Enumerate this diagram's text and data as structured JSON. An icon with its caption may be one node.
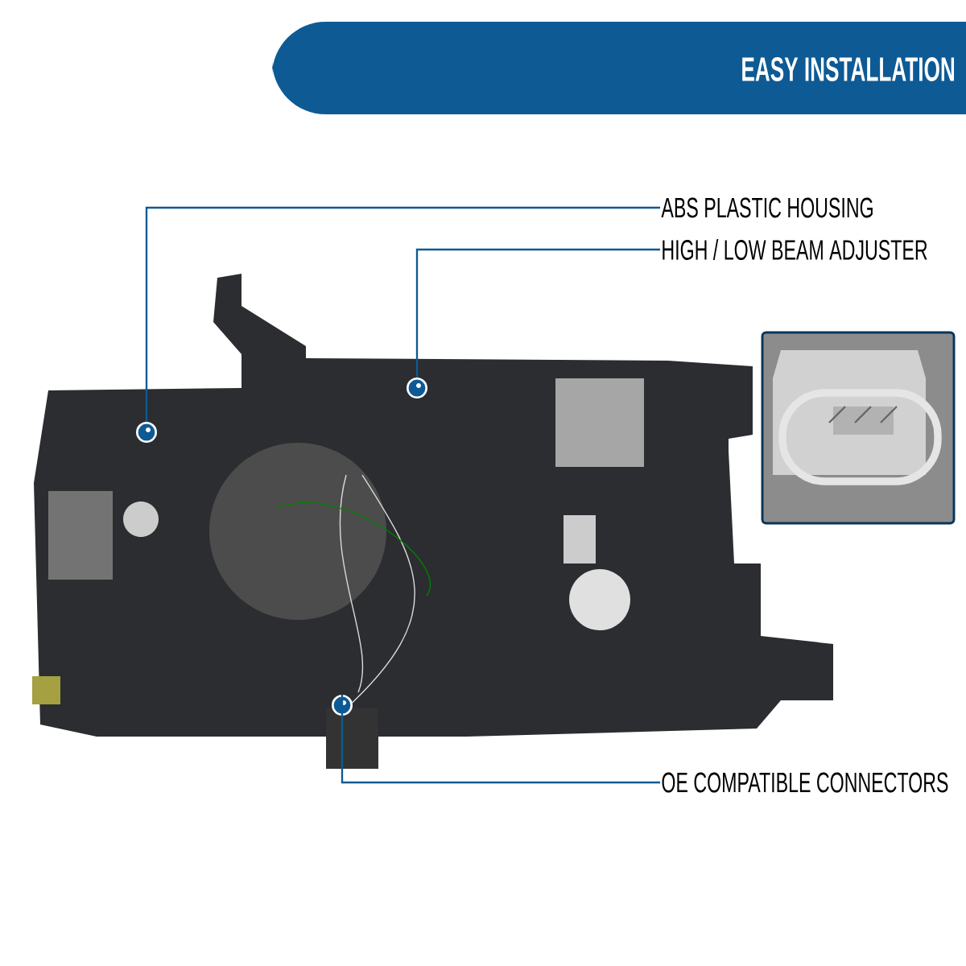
{
  "diagram": {
    "title": "EASY INSTALLATION",
    "nodes": [
      {
        "text": [
          "ABS PLASTIC HOUSING"
        ]
      },
      {
        "text": [
          "HIGH / LOW BEAM ADJUSTER"
        ]
      },
      {
        "text": [
          "OE COMPATIBLE CONNECTORS"
        ]
      },
      {
        "text": [],
        "shape": "circle"
      },
      {
        "text": [],
        "shape": "circle"
      },
      {
        "text": [],
        "shape": "circle"
      }
    ],
    "edges": [
      {
        "from": 0,
        "to": 3,
        "arrow": "none"
      },
      {
        "from": 1,
        "to": 4,
        "arrow": "none"
      },
      {
        "from": 2,
        "to": 5,
        "arrow": "none"
      }
    ]
  }
}
